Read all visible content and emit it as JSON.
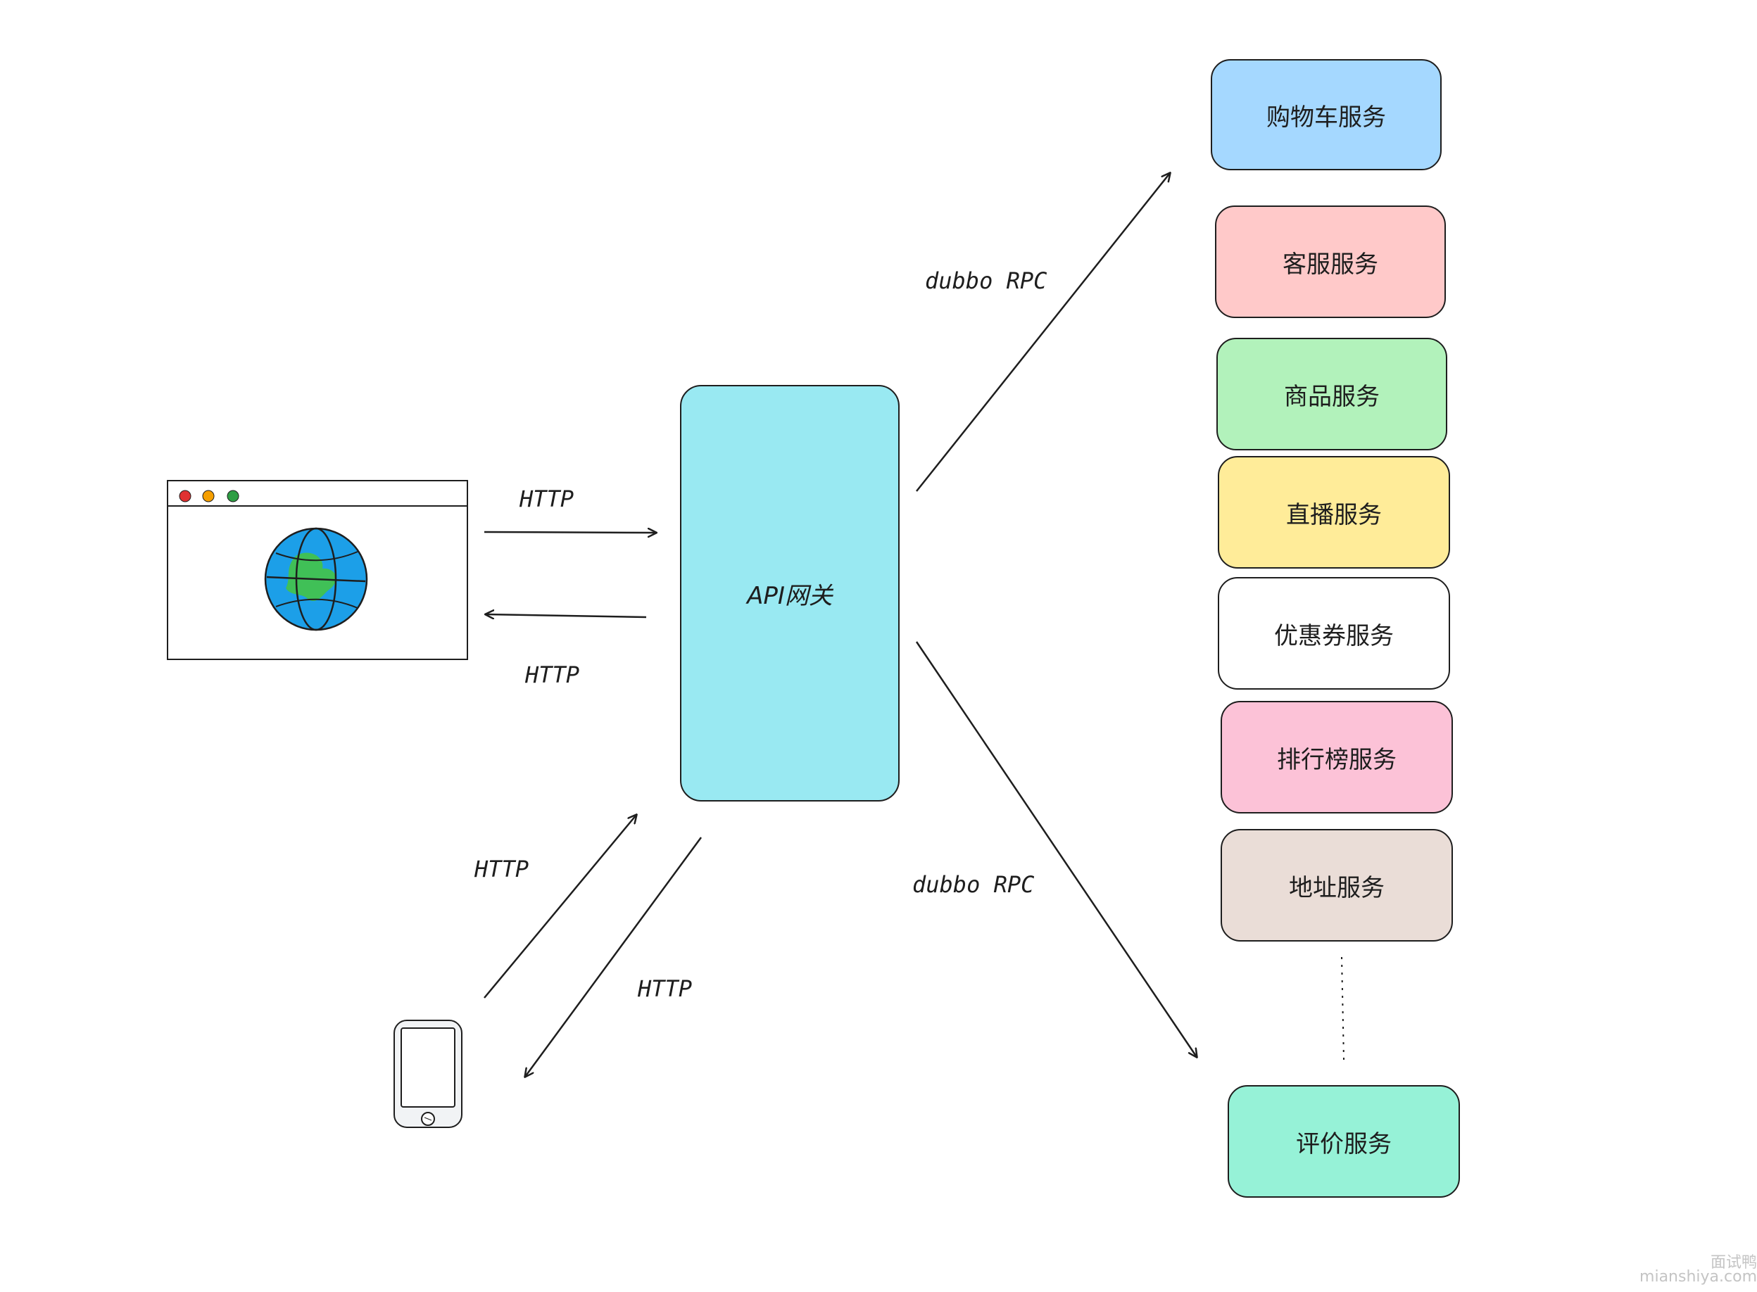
{
  "gateway": {
    "label": "API网关",
    "color": "#99e9f2"
  },
  "services": [
    {
      "label": "购物车服务",
      "color": "#a5d8ff"
    },
    {
      "label": "客服服务",
      "color": "#ffc9c9"
    },
    {
      "label": "商品服务",
      "color": "#b2f2bb"
    },
    {
      "label": "直播服务",
      "color": "#ffec99"
    },
    {
      "label": "优惠券服务",
      "color": "#ffffff"
    },
    {
      "label": "排行榜服务",
      "color": "#fcc2d7"
    },
    {
      "label": "地址服务",
      "color": "#eaddd7"
    },
    {
      "label": "评价服务",
      "color": "#96f2d7"
    }
  ],
  "edges": {
    "browser_to_gateway": "HTTP",
    "gateway_to_browser": "HTTP",
    "phone_to_gateway": "HTTP",
    "gateway_to_phone": "HTTP",
    "rpc_upper": "dubbo RPC",
    "rpc_lower": "dubbo RPC"
  },
  "icons": {
    "browser": "browser-window-icon",
    "globe": "globe-icon",
    "phone": "smartphone-icon"
  },
  "watermark": {
    "line1": "面试鸭",
    "line2": "mianshiya.com"
  }
}
